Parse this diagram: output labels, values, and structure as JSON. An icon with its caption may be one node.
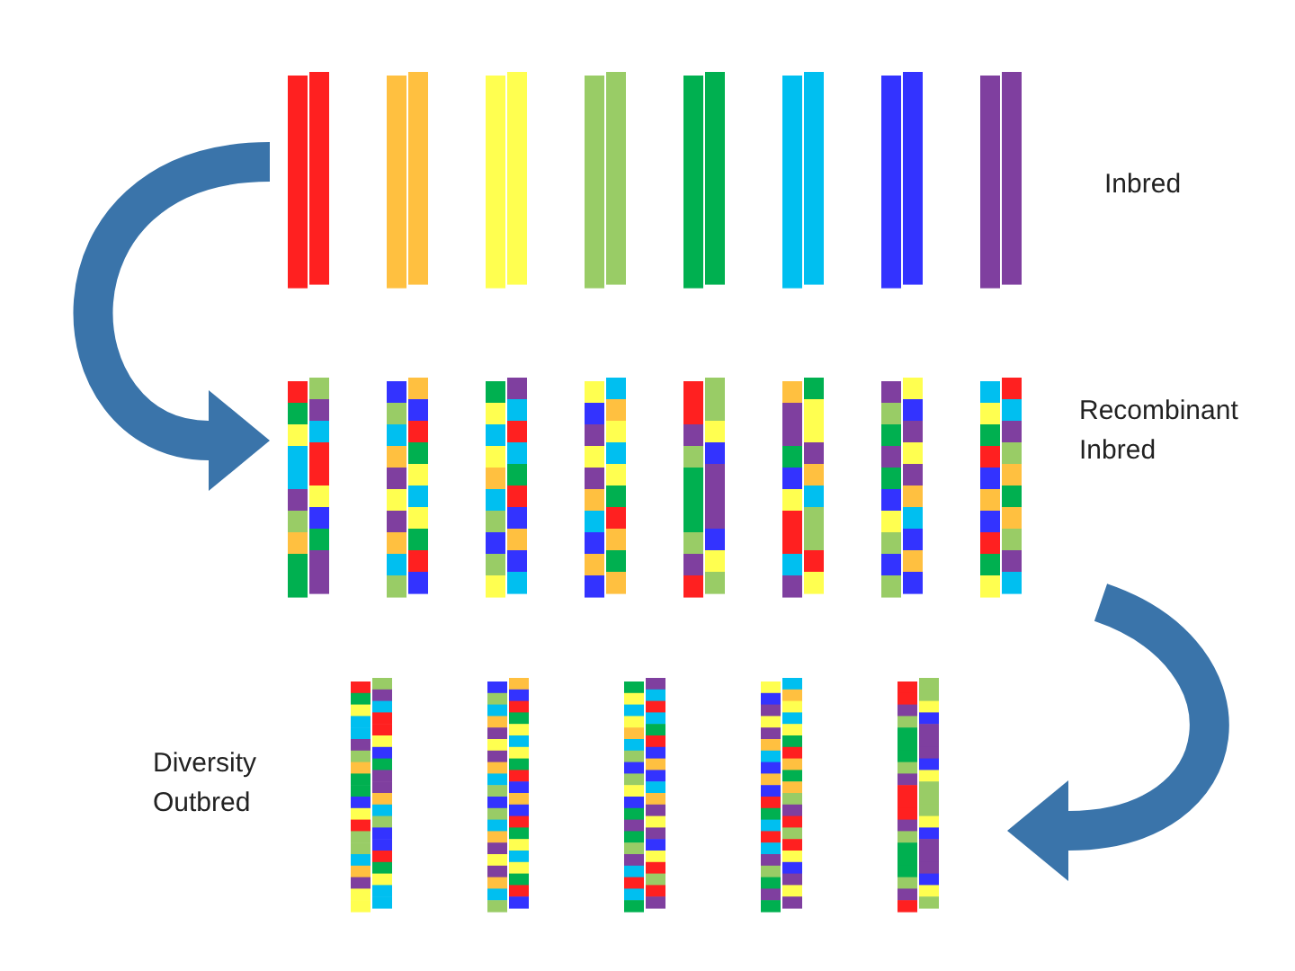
{
  "diagram": {
    "nodes": [
      {
        "text": [
          "Inbred"
        ]
      },
      {
        "text": [
          "Recombinant Inbred"
        ]
      },
      {
        "text": [
          "Diversity Outbred"
        ]
      }
    ],
    "edges": [
      {
        "from": 0,
        "to": 1,
        "arrow": "to"
      },
      {
        "from": 1,
        "to": 2,
        "arrow": "to"
      }
    ]
  }
}
